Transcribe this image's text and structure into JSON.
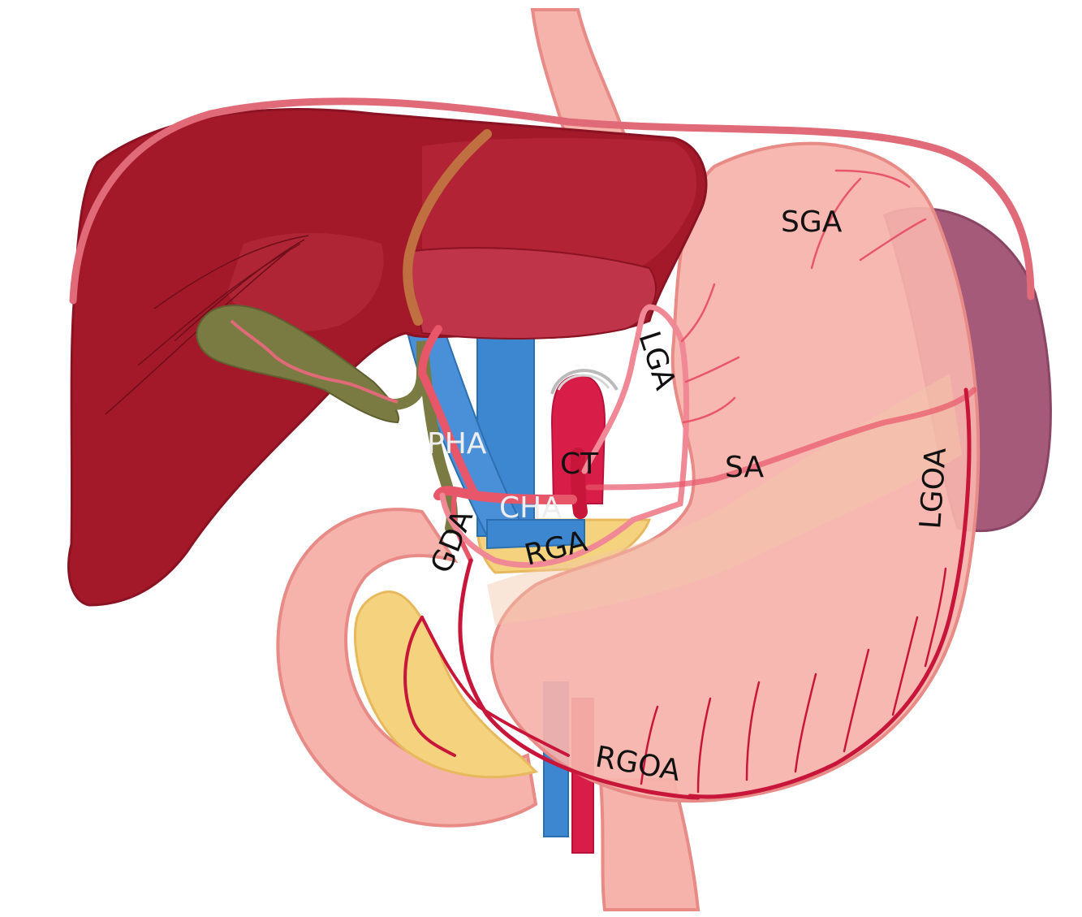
{
  "labels": {
    "sga": "SGA",
    "lga": "LGA",
    "pha": "PHA",
    "ct": "CT",
    "sa": "SA",
    "cha": "CHA",
    "lgoa": "LGOA",
    "gda": "GDA",
    "rga": "RGA",
    "rgoa": "RGOA"
  },
  "colors": {
    "liver": "#a3192a",
    "liver_highlight": "#c03545",
    "stomach": "#f5b3ab",
    "stomach_edge": "#e88a86",
    "spleen": "#a55a7a",
    "pancreas": "#f4d27e",
    "gallbladder": "#7a7a43",
    "artery": "#c8163a",
    "vein": "#3d86d0",
    "peritoneum": "#e16a78"
  }
}
